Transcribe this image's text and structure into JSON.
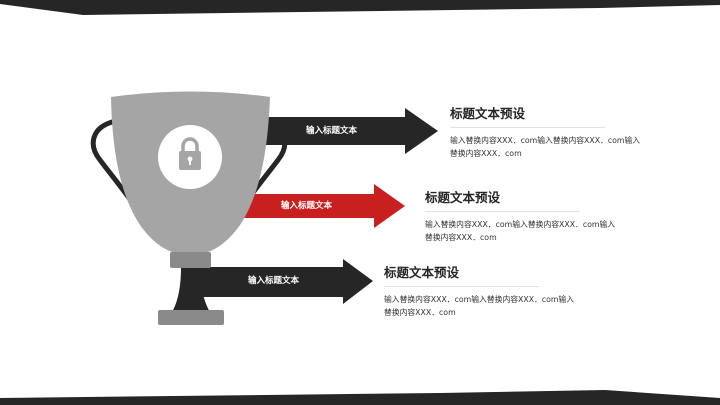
{
  "colors": {
    "dark": "#262626",
    "accent_red": "#c8201f",
    "trophy_gray": "#a5a5a5",
    "trophy_dark_gray": "#8a8a8a",
    "background": "#ffffff"
  },
  "trophy": {
    "icon": "lock-icon"
  },
  "arrows": [
    {
      "label": "输入标题文本",
      "color": "dark"
    },
    {
      "label": "输入标题文本",
      "color": "accent_red"
    },
    {
      "label": "输入标题文本",
      "color": "dark"
    }
  ],
  "blocks": [
    {
      "title": "标题文本预设",
      "body": "输入替换内容XXX．com输入替换内容XXX．com输入替换内容XXX．com"
    },
    {
      "title": "标题文本预设",
      "body": "输入替换内容XXX．com输入替换内容XXX．com输入替换内容XXX．com"
    },
    {
      "title": "标题文本预设",
      "body": "输入替换内容XXX．com输入替换内容XXX．com输入替换内容XXX．com"
    }
  ]
}
